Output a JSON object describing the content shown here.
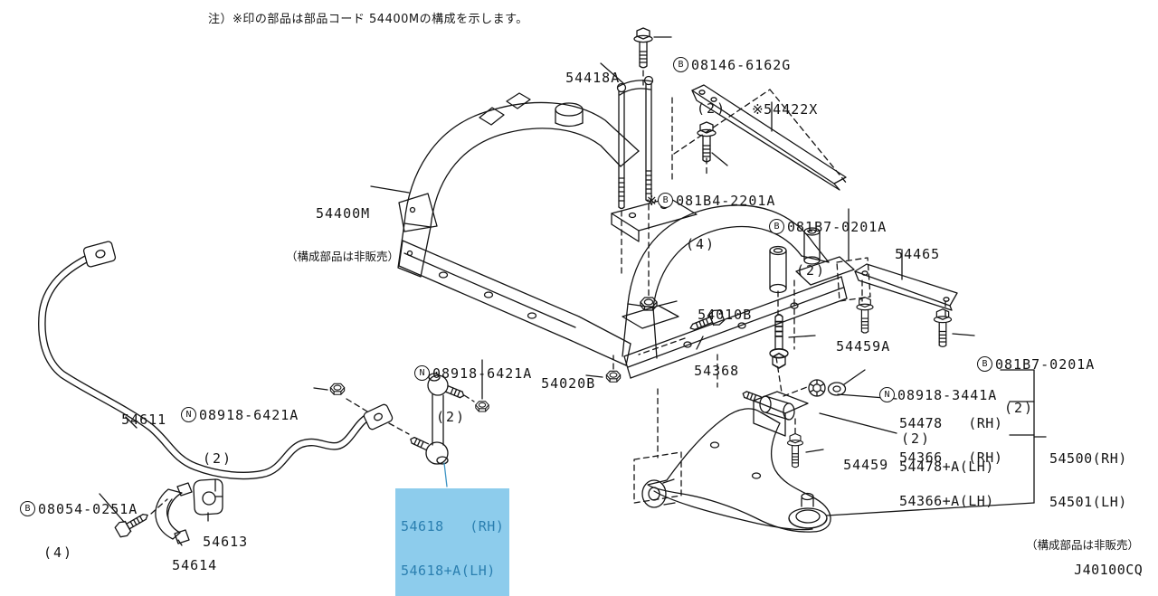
{
  "note": "注）※印の部品は部品コード 54400Mの構成を示します。",
  "diagram_code": "J40100CQ",
  "colors": {
    "highlight_bg": "#8DCCEC",
    "highlight_text": "#2B7FB0",
    "line": "#141414",
    "leader_blue": "#3D94C4"
  },
  "parts": {
    "p08146": {
      "circle": "B",
      "code": "08146-6162G",
      "qty": "(2)"
    },
    "p54418a": {
      "code": "54418A"
    },
    "p54422x": {
      "star": "※",
      "code": "54422X"
    },
    "p081b4": {
      "star": "※",
      "circle": "B",
      "code": "081B4-2201A",
      "qty": "(4)"
    },
    "p081b7_top": {
      "circle": "B",
      "code": "081B7-0201A",
      "qty": "(2)"
    },
    "p54400m": {
      "code": "54400M",
      "sub": "（構成部品は非販売）"
    },
    "p54465": {
      "code": "54465"
    },
    "p54010b": {
      "code": "54010B"
    },
    "p54459a": {
      "code": "54459A"
    },
    "p081b7_right": {
      "circle": "B",
      "code": "081B7-0201A",
      "qty": "(2)"
    },
    "p08918_6421c": {
      "circle": "N",
      "code": "08918-6421A",
      "qty": "(2)"
    },
    "p54368": {
      "code": "54368"
    },
    "p54020b": {
      "code": "54020B"
    },
    "p08918_3441": {
      "circle": "N",
      "code": "08918-3441A",
      "qty": "(2)"
    },
    "p08918_6421l": {
      "circle": "N",
      "code": "08918-6421A",
      "qty": "(2)"
    },
    "p54478": {
      "line1": "54478   (RH)",
      "line2": "54478+A(LH)"
    },
    "p54611": {
      "code": "54611"
    },
    "p54366": {
      "line1": "54366   (RH)",
      "line2": "54366+A(LH)"
    },
    "p54500": {
      "line1": "54500(RH)",
      "line2": "54501(LH)",
      "sub": "（構成部品は非販売）"
    },
    "p54459": {
      "code": "54459"
    },
    "p08054": {
      "circle": "B",
      "code": "08054-0251A",
      "qty": "(4)"
    },
    "p54618": {
      "line1": "54618   (RH)",
      "line2": "54618+A(LH)"
    },
    "p54613": {
      "code": "54613"
    },
    "p54614": {
      "code": "54614"
    }
  }
}
